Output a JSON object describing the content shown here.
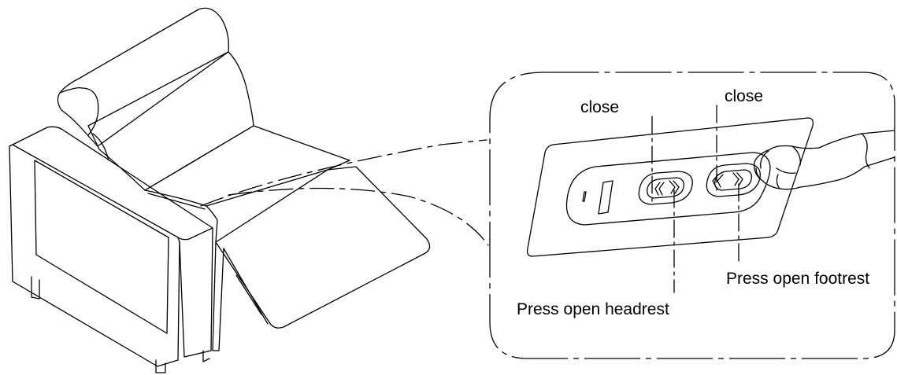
{
  "labels": {
    "close_headrest": "close",
    "close_footrest": "close",
    "open_footrest": "Press open footrest",
    "open_headrest": "Press open headrest"
  },
  "colors": {
    "line": "#000000",
    "background": "#ffffff"
  }
}
